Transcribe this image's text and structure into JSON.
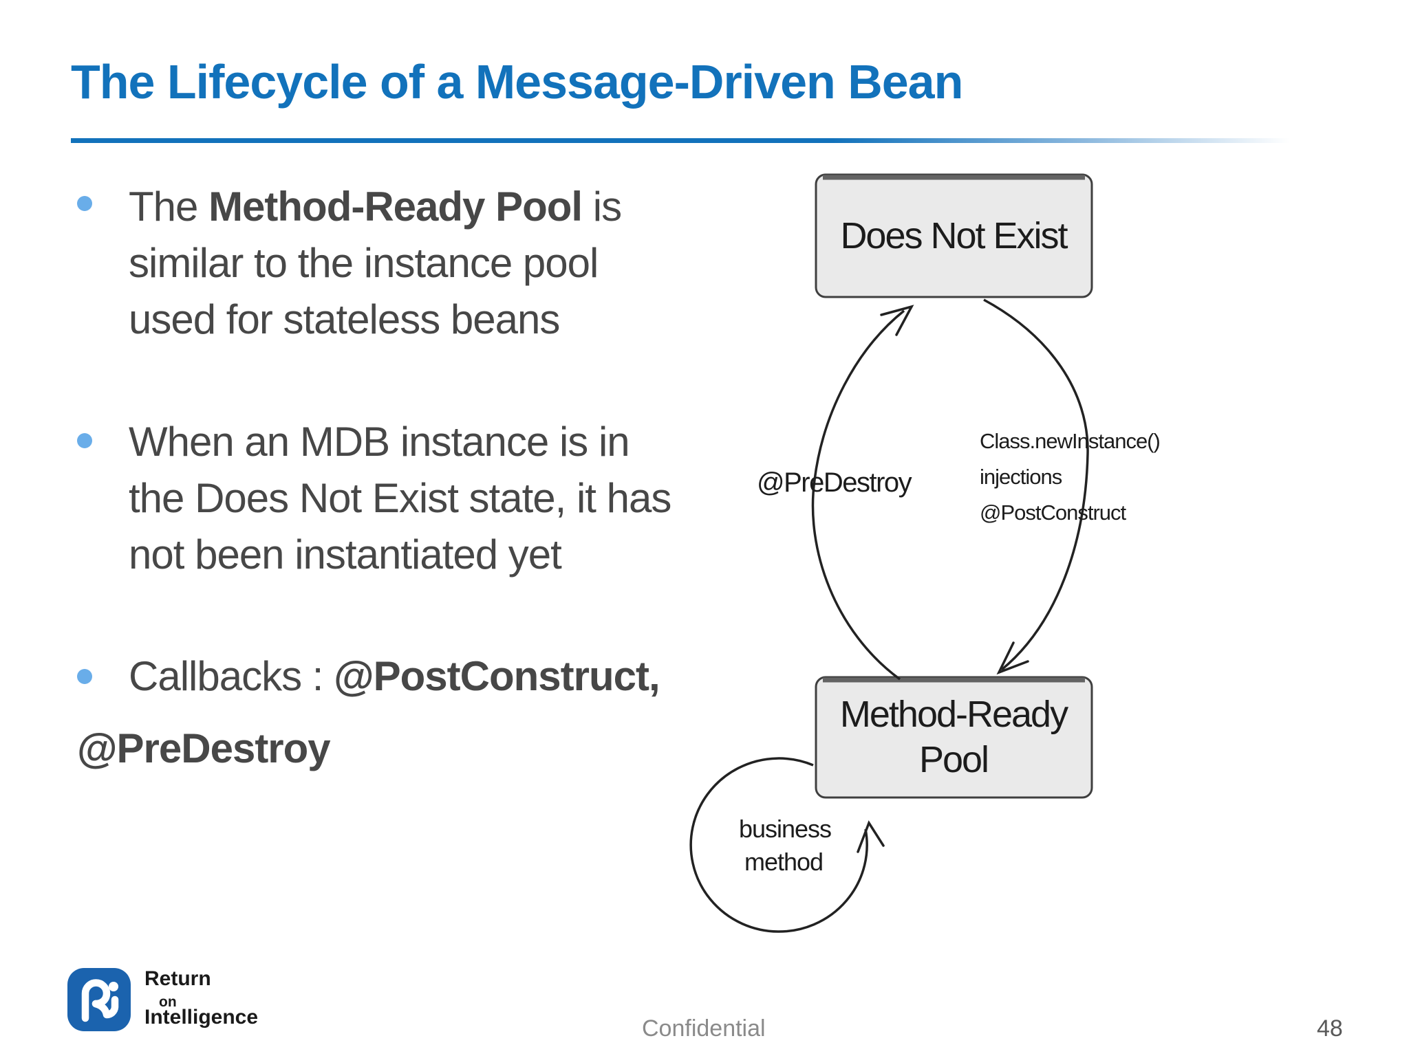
{
  "title": "The Lifecycle of a Message-Driven Bean",
  "bullets": [
    {
      "lines": [
        {
          "pre": "The ",
          "bold": "Method-Ready Pool",
          "post": " is"
        },
        {
          "text": "similar to the instance pool"
        },
        {
          "text": "used for stateless beans"
        }
      ]
    },
    {
      "lines": [
        {
          "text": "When an MDB instance is in"
        },
        {
          "text": "the Does Not Exist state, it has"
        },
        {
          "text": "not been instantiated yet"
        }
      ]
    },
    {
      "lines": [
        {
          "pre": "Callbacks : ",
          "bold": "@PostConstruct,"
        },
        {
          "bold": "@PreDestroy"
        }
      ]
    }
  ],
  "diagram": {
    "node_top": "Does Not Exist",
    "node_bottom_line1": "Method-Ready",
    "node_bottom_line2": "Pool",
    "label_left": "@PreDestroy",
    "label_right_line1": "Class.newInstance()",
    "label_right_line2": "injections",
    "label_right_line3": "@PostConstruct",
    "loop_label_line1": "business",
    "loop_label_line2": "method"
  },
  "footer": {
    "logo_line1": "Return",
    "logo_line2": "on",
    "logo_line3": "Intelligence",
    "confidential": "Confidential",
    "page_number": "48"
  },
  "colors": {
    "title_blue": "#1272BB",
    "bullet_dot_blue": "#69ADE9",
    "body_text": "#474747",
    "diagram_box_fill": "#EAEAEA",
    "diagram_box_stroke": "#3F3F3F",
    "diagram_ink": "#222222",
    "footer_gray": "#8A8A8A",
    "page_number_gray": "#595959",
    "logo_blue": "#1B63AE"
  }
}
